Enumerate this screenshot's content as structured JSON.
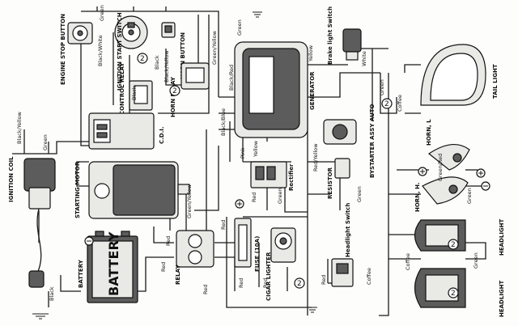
{
  "labels": {
    "engine_stop_button": "ENGINE STOP BUTTON",
    "ignition_start_switch": "IGNITION START SWITCH",
    "horn_button": "HORN BUTTON",
    "control_relay": "CONTROL RELAY",
    "horn_relay": "HORN RELAY",
    "cdi": "C.D.I.",
    "ignition_coil": "IGNITION COIL",
    "starting_motor": "STARTING MOTOR",
    "battery": "BATTERY",
    "battery_side": "BATTERY",
    "relay": "RELAY",
    "fuse": "FUSE (10A)",
    "cigar_lighter": "CIGAR LIGHTER",
    "rectifier": "Rectifier",
    "generator": "GENERATOR",
    "brake_light_switch": "Brake light Switch",
    "bystarter": "BYSTARTER ASSY AUTO",
    "resistor": "RESISTOR",
    "headlight_switch": "Headlight Switch",
    "tail_light": "TAIL LIGHT",
    "horn_l": "HORN, L",
    "horn_h": "HORN, H.",
    "headlight_upper": "HEADLIGHT",
    "headlight_lower": "HEADLIGHT"
  },
  "wire_colors": {
    "green_top": "Green",
    "black_white": "Black/White",
    "black": "Black",
    "black_yellow": "Black/Yellow",
    "green_yellow": "Green/Yellow",
    "black_red": "Black/Red",
    "black_blue": "Black/Blue",
    "black_yellow_left": "Black/Yellow",
    "green_coil": "Green",
    "black_relay": "Black",
    "green_gen": "Green",
    "yellow_gen": "Yellow",
    "pink": "Pink",
    "yellow_rect": "Yellow",
    "red_rect": "Red",
    "green_rect": "Green",
    "green_yellow_motor": "Green/Yellow",
    "red_relay_top": "Red",
    "red_relay_mid": "Red",
    "red_relay_bot": "Red",
    "red_battery": "Red",
    "black_battery": "Black",
    "red_fuse": "Red",
    "red_cigar": "Red",
    "red_yellow": "Red/Yellow",
    "green_resistor": "Green",
    "red_switch": "Red",
    "coffee_switch": "Coffee",
    "white_brake": "White",
    "green_tail": "Green",
    "coffee_tail": "Coffee",
    "green_red_horn": "Green/Red",
    "green_horn_h": "Green",
    "coffee_head": "Coffee",
    "green_head": "Green"
  },
  "battery_face": "BATTERY",
  "terminals": [
    "2",
    "2",
    "2",
    "2",
    "2",
    "2"
  ]
}
